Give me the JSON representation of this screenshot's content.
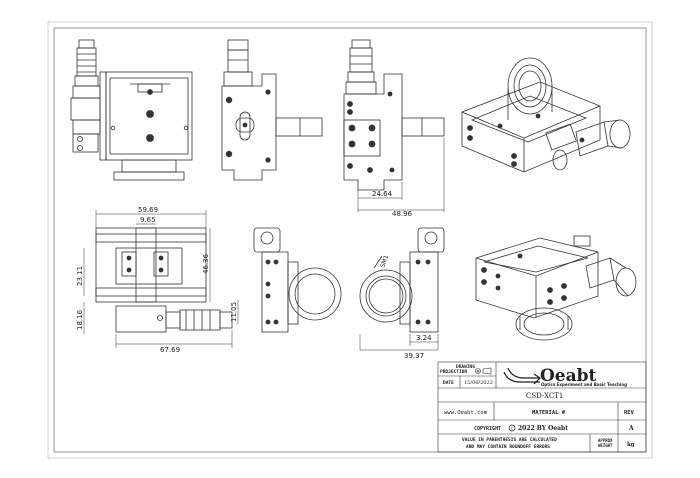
{
  "dimensions": {
    "d1": "24.64",
    "d2": "48.96",
    "d3": "59.69",
    "d4": "9.65",
    "d5": "46.36",
    "d6": "23.11",
    "d7": "18.16",
    "d8": "11.05",
    "d9": "67.69",
    "d10": "SM1",
    "d11": "3.24",
    "d12": "39.37"
  },
  "title_block": {
    "projection_label_1": "DRAWING",
    "projection_label_2": "PROJECTION",
    "date_label": "DATE",
    "date_value": "15/06/2022",
    "logo_text": "Oeabt",
    "logo_tagline": "Optics Experiment and Basic Teaching",
    "part_number": "CSD-XCT1",
    "website": "www.Oeabt.com",
    "material_label": "MATERIAL #",
    "rev_label": "REV",
    "copyright": "COPYRIGHT",
    "copyright_owner": "2022 BY Oeabt",
    "rev_value": "A",
    "note_line1": "VALUE IN PARENTHESIS ARE CALCULATED",
    "note_line2": "AND MAY CONTAIN ROUNDOFF ERRORS",
    "approx_label_1": "APPROX",
    "approx_label_2": "WEIGHT",
    "weight_unit": "kg"
  }
}
